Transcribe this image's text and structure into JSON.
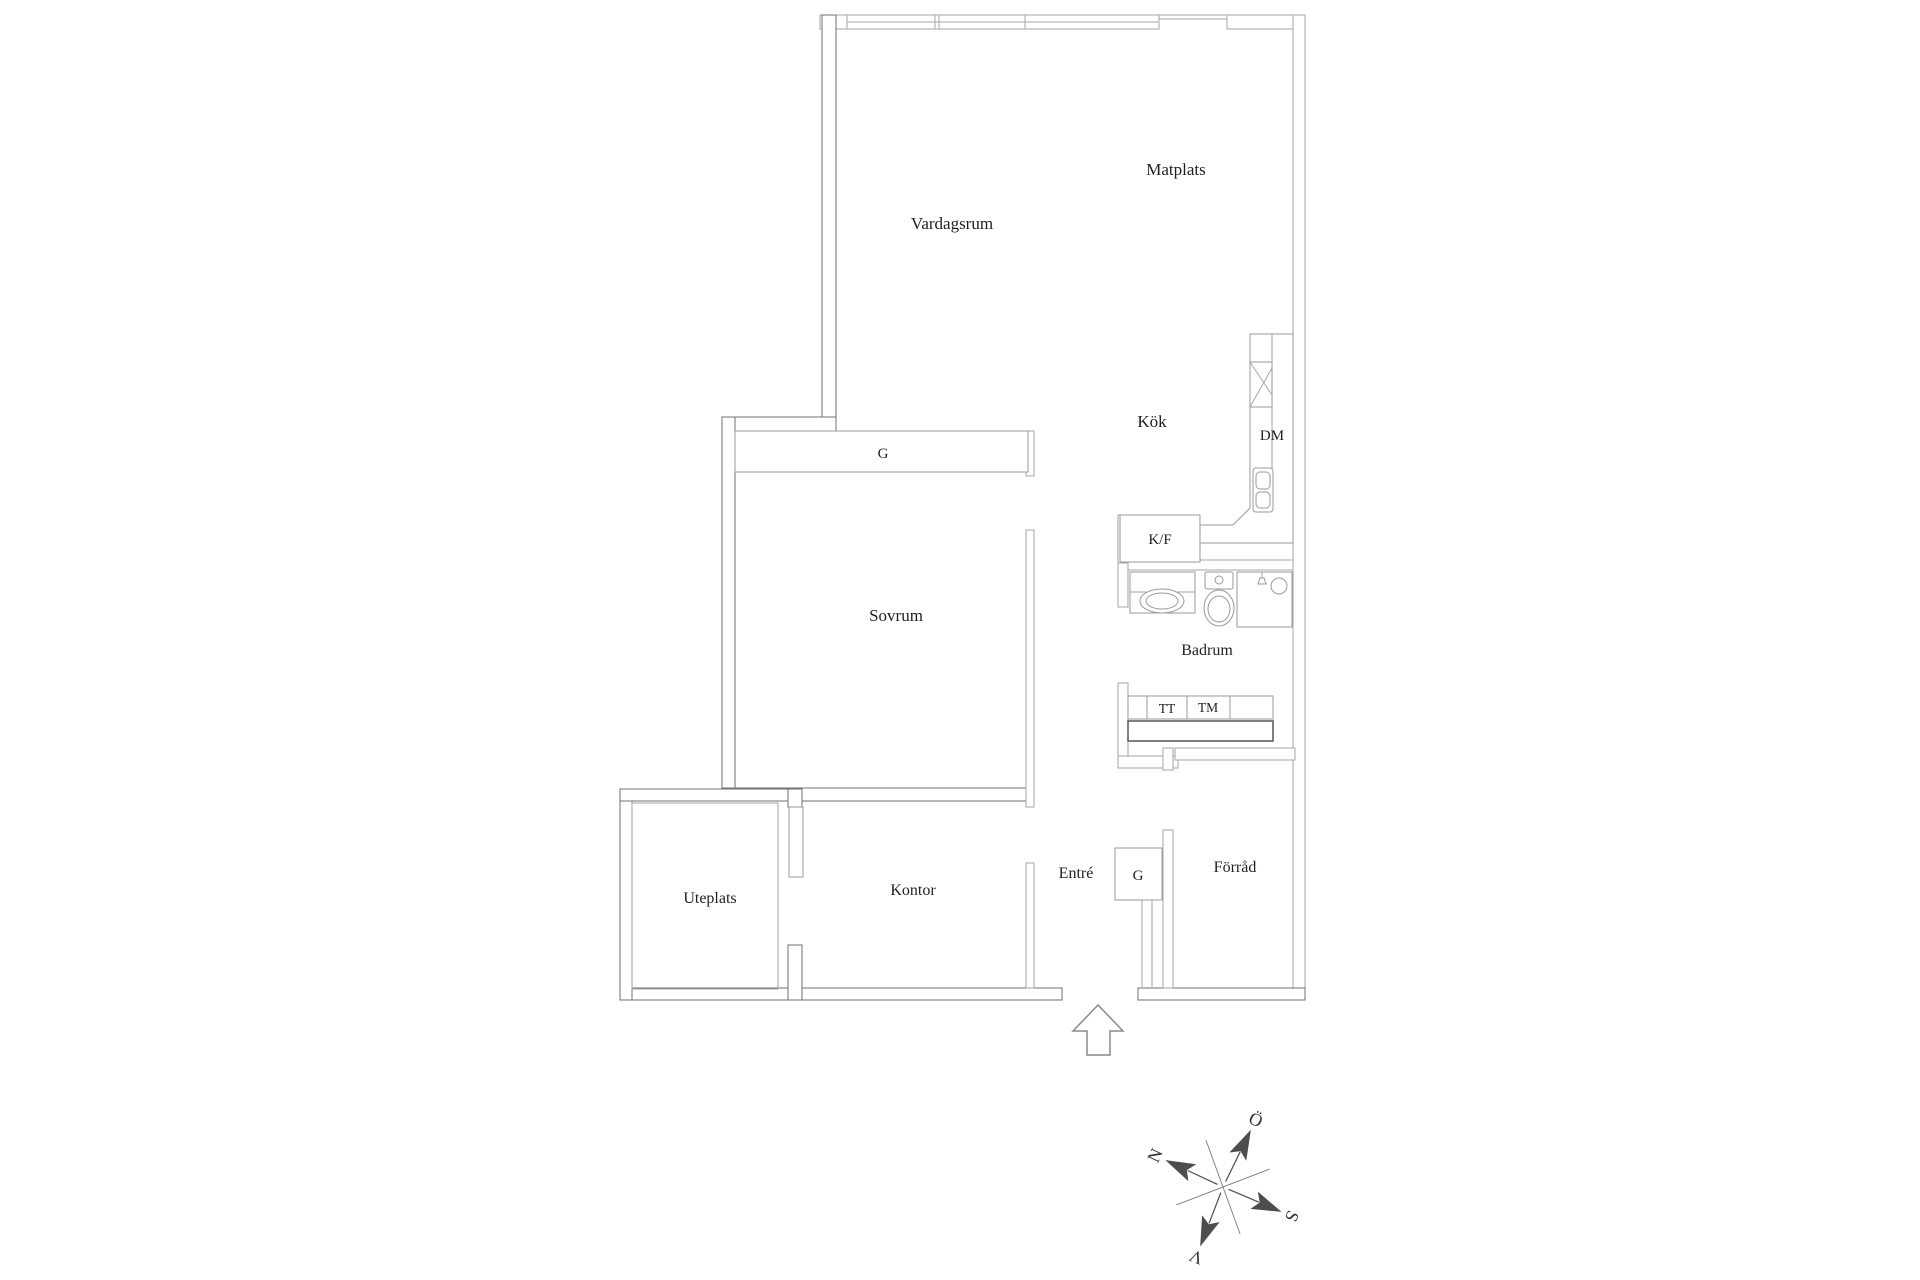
{
  "rooms": {
    "vardagsrum": "Vardagsrum",
    "matplats": "Matplats",
    "kok": "Kök",
    "sovrum": "Sovrum",
    "badrum": "Badrum",
    "uteplats": "Uteplats",
    "kontor": "Kontor",
    "entre": "Entré",
    "forrad": "Förråd"
  },
  "fixtures": {
    "dishwasher": "DM",
    "fridge_freezer": "K/F",
    "dryer": "TT",
    "washer": "TM",
    "wardrobe_sovrum": "G",
    "wardrobe_entre": "G"
  },
  "compass": {
    "north": "N",
    "east": "Ö",
    "south": "S",
    "west": "V"
  },
  "colors": {
    "wall_light": "#a6a6a6",
    "wall_dark": "#707070",
    "counter": "#555555",
    "compass": "#4d4d4d",
    "text": "#1f1f1f",
    "background": "#ffffff"
  }
}
